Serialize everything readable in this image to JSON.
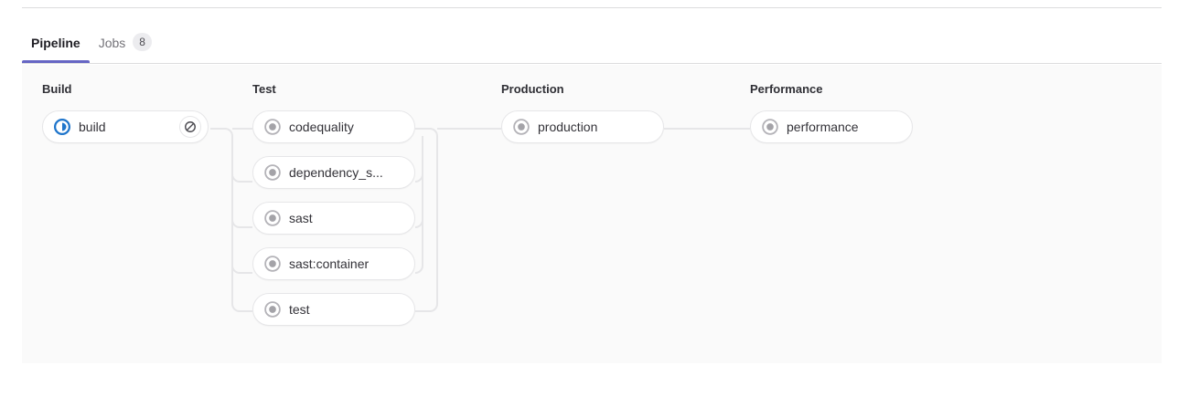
{
  "tabs": [
    {
      "label": "Pipeline",
      "active": true,
      "badge": null
    },
    {
      "label": "Jobs",
      "active": false,
      "badge": "8"
    }
  ],
  "pipeline": {
    "stages": [
      {
        "name": "Build",
        "jobs": [
          {
            "name": "build",
            "status": "running",
            "status_icon": "status-running-icon",
            "action": "cancel",
            "action_icon": "cancel-icon"
          }
        ]
      },
      {
        "name": "Test",
        "jobs": [
          {
            "name": "codequality",
            "status": "created",
            "status_icon": "status-created-icon"
          },
          {
            "name": "dependency_s...",
            "status": "created",
            "status_icon": "status-created-icon"
          },
          {
            "name": "sast",
            "status": "created",
            "status_icon": "status-created-icon"
          },
          {
            "name": "sast:container",
            "status": "created",
            "status_icon": "status-created-icon"
          },
          {
            "name": "test",
            "status": "created",
            "status_icon": "status-created-icon"
          }
        ]
      },
      {
        "name": "Production",
        "jobs": [
          {
            "name": "production",
            "status": "created",
            "status_icon": "status-created-icon"
          }
        ]
      },
      {
        "name": "Performance",
        "jobs": [
          {
            "name": "performance",
            "status": "created",
            "status_icon": "status-created-icon"
          }
        ]
      }
    ]
  },
  "colors": {
    "accent": "#6666c4",
    "running": "#1f75cb",
    "created": "#a4a3a8",
    "panel_bg": "#fafafa",
    "border": "#dcdcde",
    "link": "#e6e6e8"
  }
}
